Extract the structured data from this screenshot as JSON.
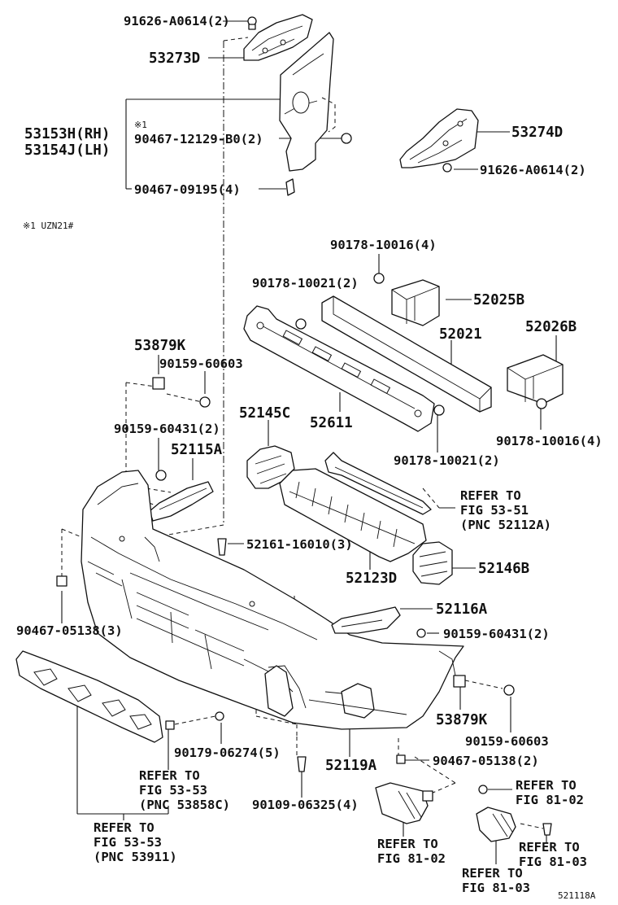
{
  "diagram_id": "521118A",
  "footnote": "※1 UZN21#",
  "labels": {
    "p91626_top": "91626-A0614(2)",
    "p53273D": "53273D",
    "mark1": "※1",
    "p53153H": "53153H(RH)",
    "p53154J": "53154J(LH)",
    "p90467_12129": "90467-12129-B0(2)",
    "p90467_09195": "90467-09195(4)",
    "p53274D": "53274D",
    "p91626_right": "91626-A0614(2)",
    "p90178_10016_top": "90178-10016(4)",
    "p90178_10021_top": "90178-10021(2)",
    "p52025B": "52025B",
    "p52021": "52021",
    "p52026B": "52026B",
    "p53879K_left": "53879K",
    "p90159_60603_left": "90159-60603",
    "p52145C": "52145C",
    "p52611": "52611",
    "p90178_10021_bottom": "90178-10021(2)",
    "p90178_10016_bottom": "90178-10016(4)",
    "p90159_60431_left": "90159-60431(2)",
    "p52115A": "52115A",
    "refer_53_51_a": "REFER TO",
    "refer_53_51_b": "FIG 53-51",
    "refer_53_51_c": "(PNC 52112A)",
    "p52161_16010": "52161-16010(3)",
    "p52123D": "52123D",
    "p52146B": "52146B",
    "p52116A": "52116A",
    "p90467_05138_left": "90467-05138(3)",
    "p90159_60431_right": "90159-60431(2)",
    "p53879K_right": "53879K",
    "p90159_60603_right": "90159-60603",
    "p90179_06274": "90179-06274(5)",
    "p52119A": "52119A",
    "p90467_05138_right": "90467-05138(2)",
    "refer_53_53_a": "REFER TO",
    "refer_53_53_b": "FIG 53-53",
    "refer_53_53_c": "(PNC 53858C)",
    "p90109_06325": "90109-06325(4)",
    "refer_81_02_right_a": "REFER TO",
    "refer_81_02_right_b": "FIG 81-02",
    "refer_53_53_bottom_a": "REFER TO",
    "refer_53_53_bottom_b": "FIG 53-53",
    "refer_53_53_bottom_c": "(PNC 53911)",
    "refer_81_02_bottom_a": "REFER TO",
    "refer_81_02_bottom_b": "FIG 81-02",
    "refer_81_03_right_a": "REFER TO",
    "refer_81_03_right_b": "FIG 81-03",
    "refer_81_03_bottom_a": "REFER TO",
    "refer_81_03_bottom_b": "FIG 81-03"
  }
}
